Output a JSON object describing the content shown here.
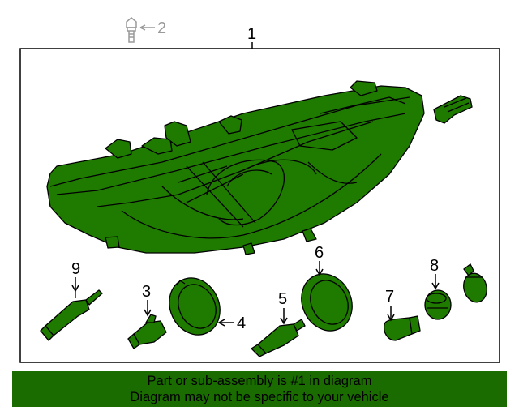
{
  "colors": {
    "part_fill": "#1f7a00",
    "outline": "#000000",
    "footer_bg": "#1a6b00",
    "fastener_gray": "#9a9a9a"
  },
  "callouts": {
    "c1": "1",
    "c2": "2",
    "c3": "3",
    "c4": "4",
    "c5": "5",
    "c6": "6",
    "c7": "7",
    "c8": "8",
    "c9": "9"
  },
  "footer": {
    "line1": "Part or sub-assembly is #1 in diagram",
    "line2": "Diagram may not be specific to your vehicle"
  }
}
